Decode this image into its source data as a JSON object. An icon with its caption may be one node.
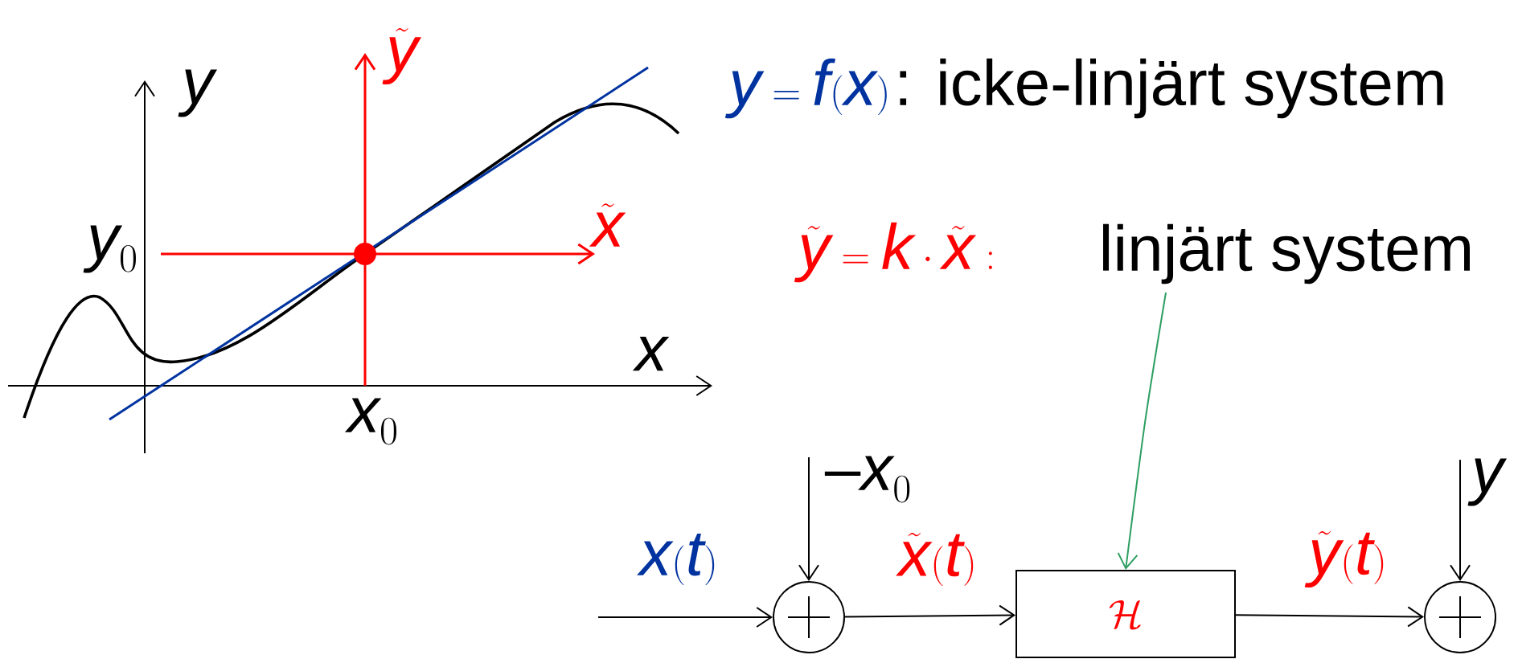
{
  "diagram": {
    "nodes": [
      {
        "text": [
          "linjärt system"
        ]
      },
      {
        "text": [],
        "shape": "circle"
      },
      {
        "text": [
          "\\mathcal{H}"
        ]
      },
      {
        "text": [],
        "shape": "circle"
      },
      {
        "text": [
          "y"
        ]
      },
      {
        "text": [
          "-x_0"
        ]
      }
    ],
    "edges": [
      {
        "from": null,
        "to": 1,
        "arrow": "to",
        "label": "x(t)"
      },
      {
        "from": 5,
        "to": 1,
        "arrow": "to"
      },
      {
        "from": 1,
        "to": 2,
        "arrow": "to",
        "label": "\\tilde{x}(t)"
      },
      {
        "from": 2,
        "to": 3,
        "arrow": "to",
        "label": "\\tilde{y}(t)"
      },
      {
        "from": 4,
        "to": 3,
        "arrow": "to"
      },
      {
        "from": 0,
        "to": 2,
        "arrow": "to",
        "color": "#2e9e62"
      }
    ],
    "labels": [
      "y",
      "\\tilde{y}",
      "\\tilde{x}",
      "y_0",
      "x",
      "x_0",
      "y=f(x)",
      ": icke-linjärt system",
      "\\tilde{y}=k\\cdot\\tilde{x}:"
    ]
  }
}
